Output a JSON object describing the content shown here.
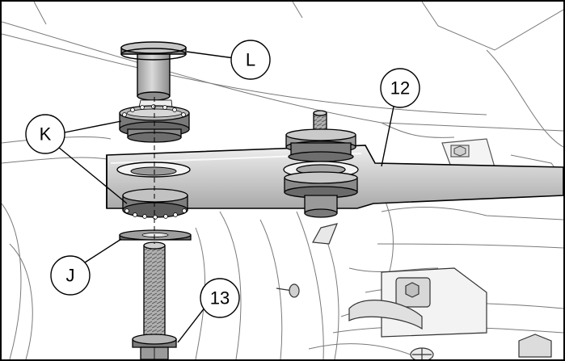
{
  "diagram": {
    "callouts": [
      {
        "id": "L",
        "label": "L"
      },
      {
        "id": "K",
        "label": "K"
      },
      {
        "id": "J",
        "label": "J"
      },
      {
        "id": "12",
        "label": "12"
      },
      {
        "id": "13",
        "label": "13"
      }
    ],
    "colors": {
      "background": "#ffffff",
      "part_fill": "#c8c8c8",
      "part_dark": "#8a8a8a",
      "line": "#000000",
      "sketch": "#6e6e6e"
    }
  }
}
